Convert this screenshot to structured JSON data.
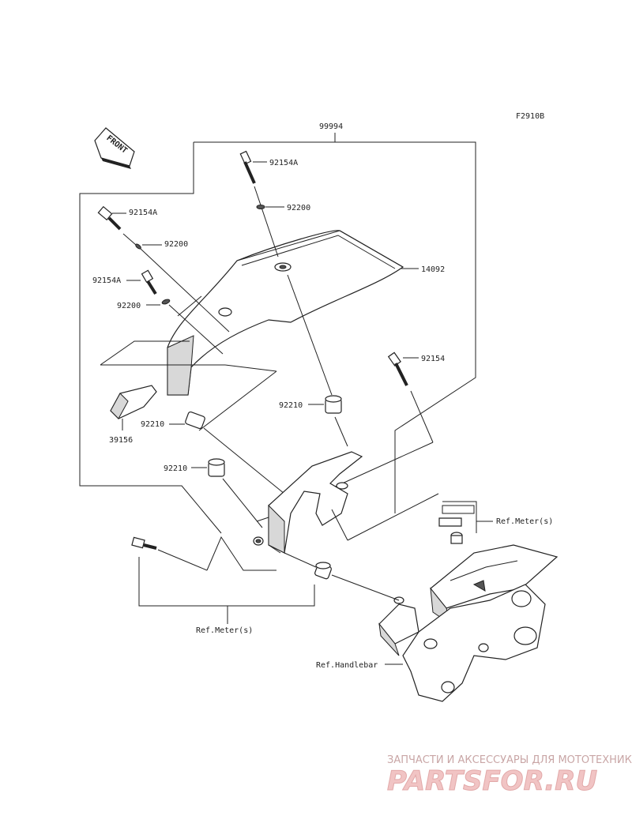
{
  "diagram": {
    "figure_id": "F2910B",
    "front_arrow": "FRONT",
    "assembly_label": "99994",
    "parts": [
      {
        "id": "p-92154a-top",
        "label": "92154A"
      },
      {
        "id": "p-92200-top",
        "label": "92200"
      },
      {
        "id": "p-92154a-left",
        "label": "92154A"
      },
      {
        "id": "p-92200-left",
        "label": "92200"
      },
      {
        "id": "p-92154a-mid",
        "label": "92154A"
      },
      {
        "id": "p-92200-mid",
        "label": "92200"
      },
      {
        "id": "p-14092",
        "label": "14092"
      },
      {
        "id": "p-92154",
        "label": "92154"
      },
      {
        "id": "p-92210-a",
        "label": "92210"
      },
      {
        "id": "p-92210-b",
        "label": "92210"
      },
      {
        "id": "p-92210-c",
        "label": "92210"
      },
      {
        "id": "p-39156",
        "label": "39156"
      }
    ],
    "refs": {
      "meter_right": "Ref.Meter(s)",
      "meter_bottom": "Ref.Meter(s)",
      "handlebar": "Ref.Handlebar"
    }
  },
  "watermark": {
    "caption": "ЗАПЧАСТИ И АКСЕССУАРЫ ДЛЯ МОТОТЕХНИКИ",
    "brand": "PARTSFOR.RU"
  }
}
